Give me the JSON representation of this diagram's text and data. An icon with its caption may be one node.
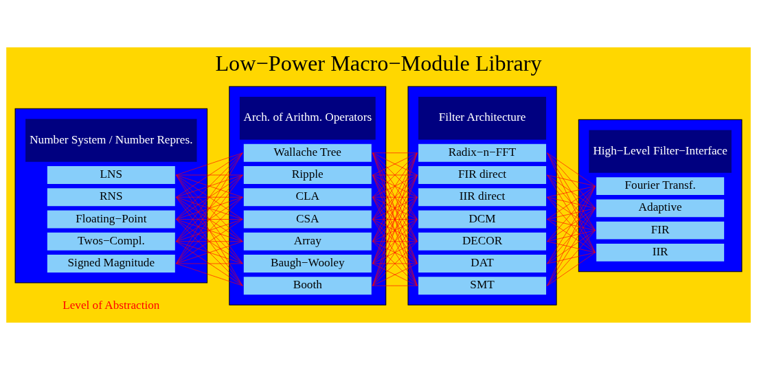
{
  "diagram": {
    "title": "Low−Power Macro−Module Library",
    "nodes": [
      {
        "text": [],
        "shape": "box"
      },
      {
        "text": [
          "Number System / Number Repres."
        ],
        "in": 0
      },
      {
        "text": [
          "Twos−Compl."
        ],
        "in": 0
      },
      {
        "text": [
          "Signed Magnitude"
        ],
        "in": 0
      },
      {
        "text": [
          "LNS"
        ],
        "in": 0
      },
      {
        "text": [
          "RNS"
        ],
        "in": 0
      },
      {
        "text": [
          "Floating−Point"
        ],
        "in": 0
      },
      {
        "text": [],
        "shape": "box"
      },
      {
        "text": [
          "Arch. of Arithm. Operators"
        ],
        "in": 7
      },
      {
        "text": [
          "Ripple"
        ],
        "in": 7
      },
      {
        "text": [
          "CLA"
        ],
        "in": 7
      },
      {
        "text": [
          "CSA"
        ],
        "in": 7
      },
      {
        "text": [
          "Array"
        ],
        "in": 7
      },
      {
        "text": [
          "Baugh−Wooley"
        ],
        "in": 7
      },
      {
        "text": [
          "Booth"
        ],
        "in": 7
      },
      {
        "text": [
          "Wallache Tree"
        ],
        "in": 7
      },
      {
        "text": [],
        "shape": "box"
      },
      {
        "text": [
          "Filter Architecture"
        ],
        "in": 16
      },
      {
        "text": [
          "FIR direct"
        ],
        "in": 16
      },
      {
        "text": [
          "IIR direct"
        ],
        "in": 16
      },
      {
        "text": [
          "DCM"
        ],
        "in": 16
      },
      {
        "text": [
          "DECOR"
        ],
        "in": 16
      },
      {
        "text": [
          "DAT"
        ],
        "in": 16
      },
      {
        "text": [
          "SMT"
        ],
        "in": 16
      },
      {
        "text": [
          "Radix−n−FFT"
        ],
        "in": 16
      },
      {
        "text": [],
        "shape": "box"
      },
      {
        "text": [
          "High−Level Filter−Interface"
        ],
        "in": 25
      },
      {
        "text": [
          "FIR"
        ],
        "in": 25
      },
      {
        "text": [
          "IIR"
        ],
        "in": 25
      },
      {
        "text": [
          "Fourier Transf."
        ],
        "in": 25
      },
      {
        "text": [
          "Adaptive"
        ],
        "in": 25
      }
    ],
    "edges": [
      {
        "from": 2,
        "to": 9,
        "arrow": "none"
      },
      {
        "from": 2,
        "to": 10,
        "arrow": "none"
      },
      {
        "from": 2,
        "to": 11,
        "arrow": "none"
      },
      {
        "from": 2,
        "to": 12,
        "arrow": "none"
      },
      {
        "from": 2,
        "to": 13,
        "arrow": "none"
      },
      {
        "from": 2,
        "to": 14,
        "arrow": "none"
      },
      {
        "from": 2,
        "to": 15,
        "arrow": "none"
      },
      {
        "from": 3,
        "to": 9,
        "arrow": "none"
      },
      {
        "from": 3,
        "to": 10,
        "arrow": "none"
      },
      {
        "from": 3,
        "to": 11,
        "arrow": "none"
      },
      {
        "from": 3,
        "to": 12,
        "arrow": "none"
      },
      {
        "from": 3,
        "to": 13,
        "arrow": "none"
      },
      {
        "from": 3,
        "to": 14,
        "arrow": "none"
      },
      {
        "from": 3,
        "to": 15,
        "arrow": "none"
      },
      {
        "from": 4,
        "to": 9,
        "arrow": "none"
      },
      {
        "from": 4,
        "to": 10,
        "arrow": "none"
      },
      {
        "from": 4,
        "to": 11,
        "arrow": "none"
      },
      {
        "from": 4,
        "to": 12,
        "arrow": "none"
      },
      {
        "from": 4,
        "to": 13,
        "arrow": "none"
      },
      {
        "from": 4,
        "to": 14,
        "arrow": "none"
      },
      {
        "from": 4,
        "to": 15,
        "arrow": "none"
      },
      {
        "from": 5,
        "to": 9,
        "arrow": "none"
      },
      {
        "from": 5,
        "to": 10,
        "arrow": "none"
      },
      {
        "from": 5,
        "to": 11,
        "arrow": "none"
      },
      {
        "from": 5,
        "to": 12,
        "arrow": "none"
      },
      {
        "from": 5,
        "to": 13,
        "arrow": "none"
      },
      {
        "from": 5,
        "to": 14,
        "arrow": "none"
      },
      {
        "from": 5,
        "to": 15,
        "arrow": "none"
      },
      {
        "from": 6,
        "to": 9,
        "arrow": "none"
      },
      {
        "from": 6,
        "to": 10,
        "arrow": "none"
      },
      {
        "from": 6,
        "to": 11,
        "arrow": "none"
      },
      {
        "from": 6,
        "to": 12,
        "arrow": "none"
      },
      {
        "from": 6,
        "to": 13,
        "arrow": "none"
      },
      {
        "from": 6,
        "to": 14,
        "arrow": "none"
      },
      {
        "from": 6,
        "to": 15,
        "arrow": "none"
      },
      {
        "from": 9,
        "to": 18,
        "arrow": "none"
      },
      {
        "from": 9,
        "to": 19,
        "arrow": "none"
      },
      {
        "from": 9,
        "to": 20,
        "arrow": "none"
      },
      {
        "from": 9,
        "to": 21,
        "arrow": "none"
      },
      {
        "from": 9,
        "to": 22,
        "arrow": "none"
      },
      {
        "from": 9,
        "to": 23,
        "arrow": "none"
      },
      {
        "from": 9,
        "to": 24,
        "arrow": "none"
      },
      {
        "from": 10,
        "to": 18,
        "arrow": "none"
      },
      {
        "from": 10,
        "to": 19,
        "arrow": "none"
      },
      {
        "from": 10,
        "to": 20,
        "arrow": "none"
      },
      {
        "from": 10,
        "to": 21,
        "arrow": "none"
      },
      {
        "from": 10,
        "to": 22,
        "arrow": "none"
      },
      {
        "from": 10,
        "to": 23,
        "arrow": "none"
      },
      {
        "from": 10,
        "to": 24,
        "arrow": "none"
      },
      {
        "from": 11,
        "to": 18,
        "arrow": "none"
      },
      {
        "from": 11,
        "to": 19,
        "arrow": "none"
      },
      {
        "from": 11,
        "to": 20,
        "arrow": "none"
      },
      {
        "from": 11,
        "to": 21,
        "arrow": "none"
      },
      {
        "from": 11,
        "to": 22,
        "arrow": "none"
      },
      {
        "from": 11,
        "to": 23,
        "arrow": "none"
      },
      {
        "from": 11,
        "to": 24,
        "arrow": "none"
      },
      {
        "from": 12,
        "to": 18,
        "arrow": "none"
      },
      {
        "from": 12,
        "to": 19,
        "arrow": "none"
      },
      {
        "from": 12,
        "to": 20,
        "arrow": "none"
      },
      {
        "from": 12,
        "to": 21,
        "arrow": "none"
      },
      {
        "from": 12,
        "to": 22,
        "arrow": "none"
      },
      {
        "from": 12,
        "to": 23,
        "arrow": "none"
      },
      {
        "from": 12,
        "to": 24,
        "arrow": "none"
      },
      {
        "from": 13,
        "to": 18,
        "arrow": "none"
      },
      {
        "from": 13,
        "to": 19,
        "arrow": "none"
      },
      {
        "from": 13,
        "to": 20,
        "arrow": "none"
      },
      {
        "from": 13,
        "to": 21,
        "arrow": "none"
      },
      {
        "from": 13,
        "to": 22,
        "arrow": "none"
      },
      {
        "from": 13,
        "to": 23,
        "arrow": "none"
      },
      {
        "from": 13,
        "to": 24,
        "arrow": "none"
      },
      {
        "from": 14,
        "to": 18,
        "arrow": "none"
      },
      {
        "from": 14,
        "to": 19,
        "arrow": "none"
      },
      {
        "from": 14,
        "to": 20,
        "arrow": "none"
      },
      {
        "from": 14,
        "to": 21,
        "arrow": "none"
      },
      {
        "from": 14,
        "to": 22,
        "arrow": "none"
      },
      {
        "from": 14,
        "to": 23,
        "arrow": "none"
      },
      {
        "from": 14,
        "to": 24,
        "arrow": "none"
      },
      {
        "from": 15,
        "to": 18,
        "arrow": "none"
      },
      {
        "from": 15,
        "to": 19,
        "arrow": "none"
      },
      {
        "from": 15,
        "to": 20,
        "arrow": "none"
      },
      {
        "from": 15,
        "to": 21,
        "arrow": "none"
      },
      {
        "from": 15,
        "to": 22,
        "arrow": "none"
      },
      {
        "from": 15,
        "to": 23,
        "arrow": "none"
      },
      {
        "from": 15,
        "to": 24,
        "arrow": "none"
      },
      {
        "from": 18,
        "to": 27,
        "arrow": "none"
      },
      {
        "from": 18,
        "to": 28,
        "arrow": "none"
      },
      {
        "from": 18,
        "to": 29,
        "arrow": "none"
      },
      {
        "from": 18,
        "to": 30,
        "arrow": "none"
      },
      {
        "from": 19,
        "to": 27,
        "arrow": "none"
      },
      {
        "from": 19,
        "to": 28,
        "arrow": "none"
      },
      {
        "from": 19,
        "to": 29,
        "arrow": "none"
      },
      {
        "from": 19,
        "to": 30,
        "arrow": "none"
      },
      {
        "from": 20,
        "to": 27,
        "arrow": "none"
      },
      {
        "from": 20,
        "to": 28,
        "arrow": "none"
      },
      {
        "from": 20,
        "to": 29,
        "arrow": "none"
      },
      {
        "from": 20,
        "to": 30,
        "arrow": "none"
      },
      {
        "from": 21,
        "to": 27,
        "arrow": "none"
      },
      {
        "from": 21,
        "to": 28,
        "arrow": "none"
      },
      {
        "from": 21,
        "to": 29,
        "arrow": "none"
      },
      {
        "from": 21,
        "to": 30,
        "arrow": "none"
      },
      {
        "from": 22,
        "to": 27,
        "arrow": "none"
      },
      {
        "from": 22,
        "to": 28,
        "arrow": "none"
      },
      {
        "from": 22,
        "to": 29,
        "arrow": "none"
      },
      {
        "from": 22,
        "to": 30,
        "arrow": "none"
      },
      {
        "from": 23,
        "to": 27,
        "arrow": "none"
      },
      {
        "from": 23,
        "to": 28,
        "arrow": "none"
      },
      {
        "from": 23,
        "to": 29,
        "arrow": "none"
      },
      {
        "from": 23,
        "to": 30,
        "arrow": "none"
      },
      {
        "from": 24,
        "to": 27,
        "arrow": "none"
      },
      {
        "from": 24,
        "to": 28,
        "arrow": "none"
      },
      {
        "from": 24,
        "to": 29,
        "arrow": "none"
      },
      {
        "from": 24,
        "to": 30,
        "arrow": "none"
      }
    ],
    "labels": [
      "Level of Abstraction"
    ]
  }
}
